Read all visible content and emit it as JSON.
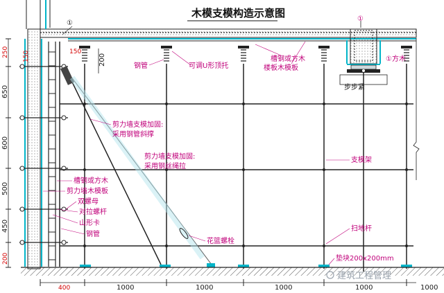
{
  "title": "木模支模构造示意图",
  "labels": {
    "steel_pipe_top": "钢管",
    "u_support": "可调U形顶托",
    "channel_or_wood": "槽钢或方木",
    "slab_formwork": "楼板木模板",
    "wood_1": "①方木",
    "circle_1": "①",
    "bubujin": "步步紧",
    "shear_brace_1": "剪力墙支模加固:",
    "shear_brace_2": "采用钢管斜撑",
    "shear_wire_1": "剪力墙支模加固:",
    "shear_wire_2": "采用钢丝绳拉",
    "support_frame": "支模架",
    "channel_or_wood_wall": "槽钢或方木",
    "wall_formwork": "剪力墙木模板",
    "double_nut": "双螺母",
    "tie_bolt": "对拉螺杆",
    "mountain_clip": "山形卡",
    "steel_pipe_bottom": "钢管",
    "turnbuckle": "花篮螺栓",
    "sweep_bar": "扫地杆",
    "pad": "垫块200x200mm"
  },
  "dims": {
    "left": [
      "250",
      "650",
      "600",
      "500",
      "450",
      "200"
    ],
    "small_150a": "150",
    "small_150b": "150",
    "dim_200": "200",
    "bottom_first": "400",
    "bottom": [
      "1000",
      "1000",
      "1000",
      "1000",
      "1000"
    ]
  },
  "watermark": "建筑工程管理",
  "colors": {
    "label": "#c0007a",
    "dim_red": "#d40000",
    "line": "#222222",
    "formwork": "#00b4c8",
    "hatch": "#555555"
  }
}
